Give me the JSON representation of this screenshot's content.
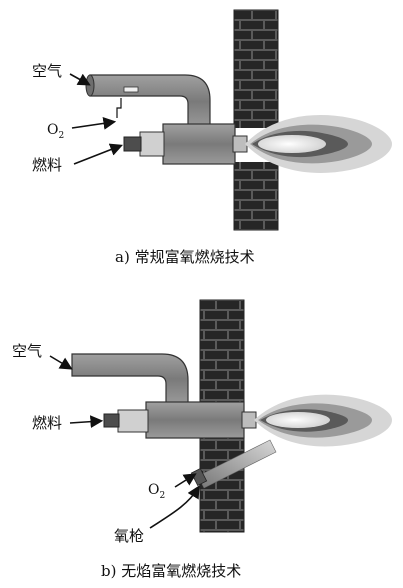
{
  "panel_a": {
    "label_air": "空气",
    "label_o2": "O",
    "label_o2_sub": "2",
    "label_fuel": "燃料",
    "caption": "a) 常规富氧燃烧技术"
  },
  "panel_b": {
    "label_air": "空气",
    "label_fuel": "燃料",
    "label_o2": "O",
    "label_o2_sub": "2",
    "label_lance": "氧枪",
    "caption": "b) 无焰富氧燃烧技术"
  },
  "colors": {
    "brick_mortar": "#5a5a5a",
    "brick": "#2b2b2b",
    "pipe": "#8a8a8a",
    "flame_outer": "#d9d9d9",
    "flame_mid": "#8f8f8f",
    "flame_core": "#444444"
  }
}
